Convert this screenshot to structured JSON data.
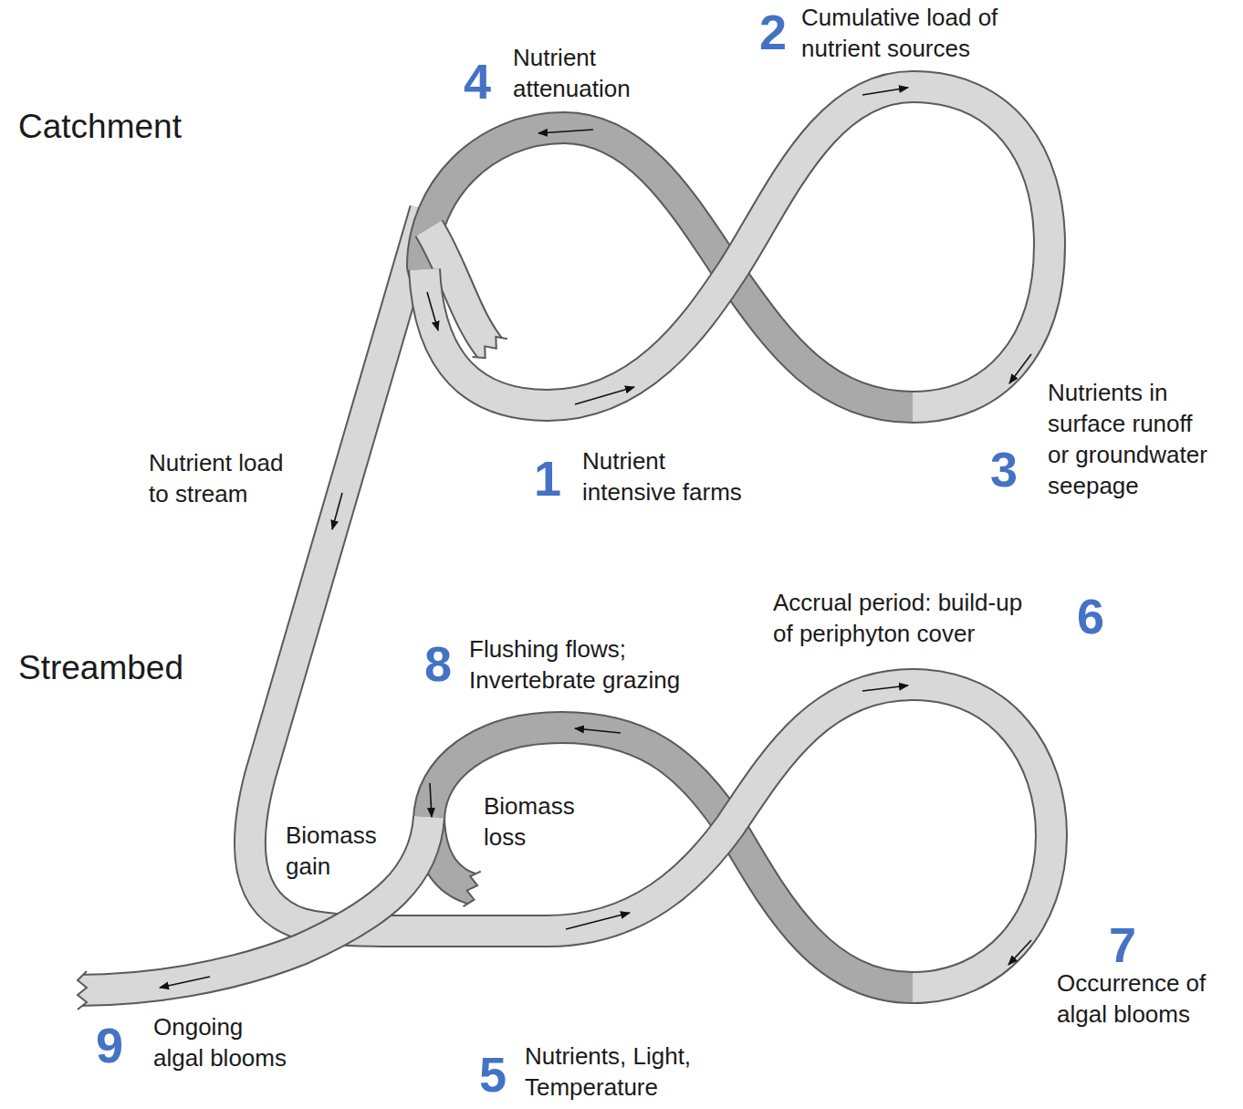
{
  "diagram": {
    "labels": [
      "Catchment",
      "4",
      "Nutrient attenuation",
      "2",
      "Cumulative load of nutrient sources",
      "Nutrients in surface runoff or groundwater seepage",
      "3",
      "Nutrient load to stream",
      "1",
      "Nutrient intensive farms",
      "Streambed",
      "Accrual period: build-up of periphyton cover",
      "6",
      "8",
      "Flushing flows; Invertebrate grazing",
      "Biomass gain",
      "Biomass loss",
      "7",
      "Occurrence of algal blooms",
      "9",
      "Ongoing algal blooms",
      "5",
      "Nutrients, Light, Temperature"
    ]
  }
}
